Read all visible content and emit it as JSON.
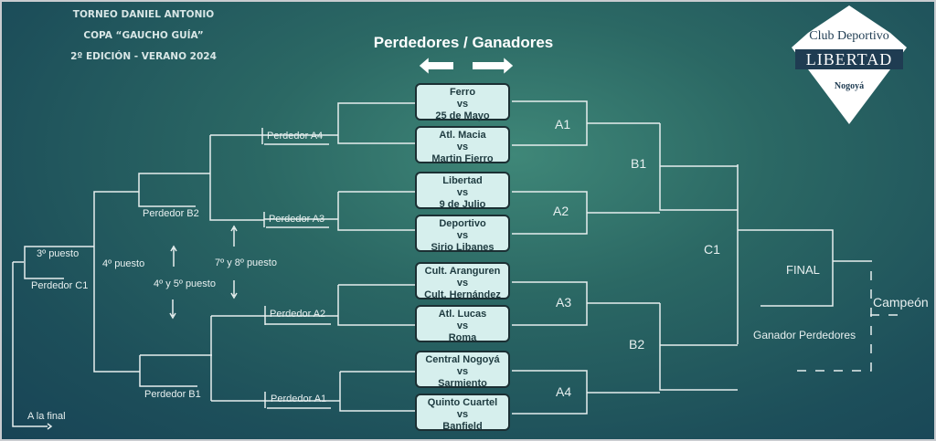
{
  "header": {
    "line1": "TORNEO DANIEL ANTONIO",
    "line2": "COPA “GAUCHO GUÍA”",
    "line3": "2º EDICIÓN - VERANO 2024",
    "center": "Perdedores / Ganadores"
  },
  "logo": {
    "line1": "Club Deportivo",
    "line2": "LIBERTAD",
    "line3": "Nogoyá"
  },
  "matches": [
    {
      "home": "Ferro",
      "vs": "vs",
      "away": "25 de Mayo"
    },
    {
      "home": "Atl. Macia",
      "vs": "vs",
      "away": "Martin Fierro"
    },
    {
      "home": "Libertad",
      "vs": "vs",
      "away": "9 de Julio"
    },
    {
      "home": "Deportivo",
      "vs": "vs",
      "away": "Sirio Libanes"
    },
    {
      "home": "Cult. Aranguren",
      "vs": "vs",
      "away": "Cult. Hernández"
    },
    {
      "home": "Atl. Lucas",
      "vs": "vs",
      "away": "Roma"
    },
    {
      "home": "Central Nogoyá",
      "vs": "vs",
      "away": "Sarmiento"
    },
    {
      "home": "Quinto Cuartel",
      "vs": "vs",
      "away": "Banfield"
    }
  ],
  "winners": {
    "a1": "A1",
    "a2": "A2",
    "a3": "A3",
    "a4": "A4",
    "b1": "B1",
    "b2": "B2",
    "c1": "C1",
    "final": "FINAL",
    "champion": "Campeón",
    "losers_winner": "Ganador Perdedores"
  },
  "losers": {
    "a4": "Perdedor A4",
    "a3": "Perdedor A3",
    "a2": "Perdedor A2",
    "a1": "Perdedor A1",
    "b2": "Perdedor B2",
    "b1": "Perdedor B1",
    "c1": "Perdedor C1",
    "third": "3º puesto",
    "fourth": "4º puesto",
    "fourth_fifth": "4º y 5º puesto",
    "seventh_eighth": "7º y 8º puesto",
    "to_final": "A la final"
  }
}
